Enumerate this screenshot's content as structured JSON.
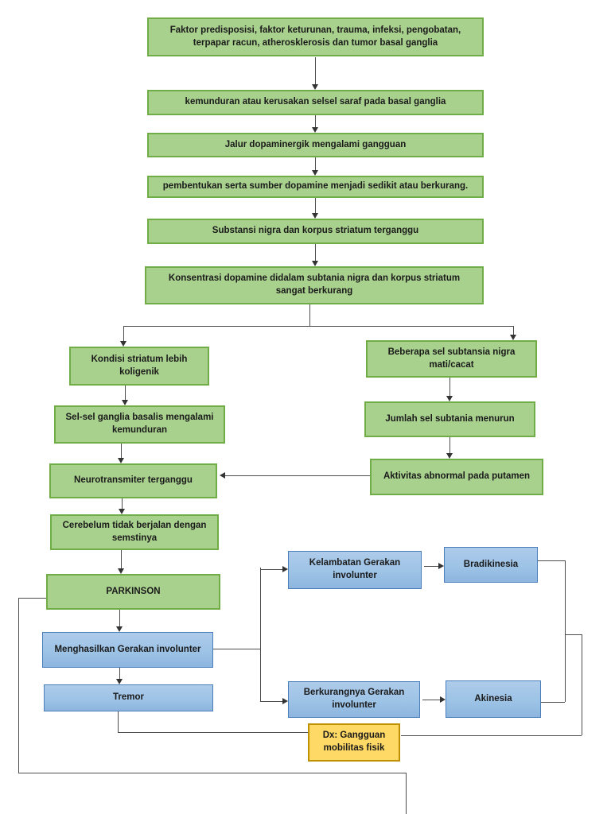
{
  "diagram": {
    "subject": "Pathway flowchart (patofisiologi Parkinson)",
    "nodes": {
      "faktor": {
        "label": "Faktor predisposisi, faktor keturunan, trauma, infeksi, pengobatan, terpapar racun, atherosklerosis dan tumor basal ganglia"
      },
      "kemunduran": {
        "label": "kemunduran atau kerusakan selsel saraf pada basal ganglia"
      },
      "jalur": {
        "label": "Jalur dopaminergik mengalami gangguan"
      },
      "pembentukan": {
        "label": "pembentukan serta sumber dopamine menjadi sedikit atau berkurang."
      },
      "substansi": {
        "label": "Substansi nigra dan korpus striatum terganggu"
      },
      "konsentrasi": {
        "label": "Konsentrasi dopamine didalam subtania nigra dan korpus striatum sangat berkurang"
      },
      "kondisi": {
        "label": "Kondisi striatum lebih koligenik"
      },
      "selsel_ganglia": {
        "label": "Sel-sel ganglia basalis mengalami kemunduran"
      },
      "beberapa": {
        "label": "Beberapa sel subtansia nigra mati/cacat"
      },
      "jumlah": {
        "label": "Jumlah sel subtania menurun"
      },
      "neurotransmiter": {
        "label": "Neurotransmiter terganggu"
      },
      "aktivitas": {
        "label": "Aktivitas abnormal pada putamen"
      },
      "cerebelum": {
        "label": "Cerebelum tidak berjalan dengan semstinya"
      },
      "parkinson": {
        "label": "PARKINSON"
      },
      "menghasilkan": {
        "label": "Menghasilkan Gerakan involunter"
      },
      "tremor": {
        "label": "Tremor"
      },
      "kelambatan": {
        "label": "Kelambatan Gerakan involunter"
      },
      "bradikinesia": {
        "label": "Bradikinesia"
      },
      "berkurangnya": {
        "label": "Berkurangnya Gerakan involunter"
      },
      "akinesia": {
        "label": "Akinesia"
      },
      "dx": {
        "label": "Dx: Gangguan mobilitas fisik"
      }
    }
  },
  "colors": {
    "green_fill": "#a9d18e",
    "green_border": "#70ad47",
    "blue_fill": "#9dc3e6",
    "blue_border": "#4a7ebb",
    "orange_fill": "#ffd966",
    "orange_border": "#bf9000",
    "line": "#4d4d4d",
    "text": "#1a1a1a",
    "bg": "#ffffff"
  }
}
